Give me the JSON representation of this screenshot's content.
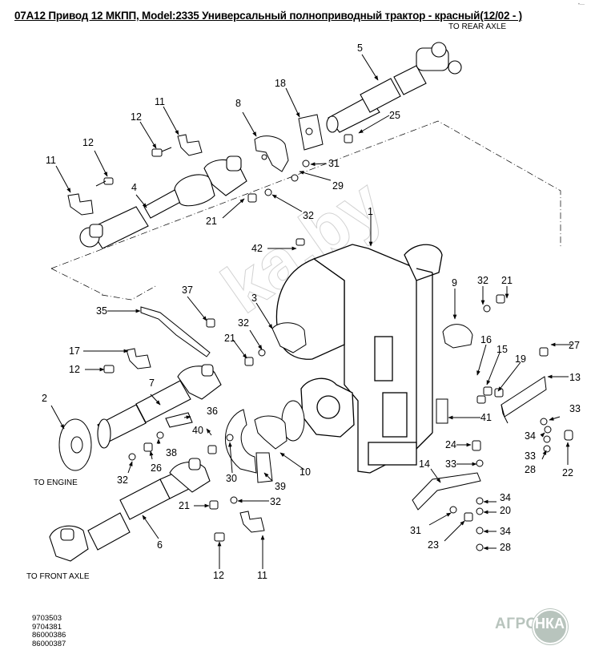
{
  "header": {
    "title": "07A12 Привод 12 МКПП, Model:2335 Универсальный полноприводный трактор - красный(12/02 - )"
  },
  "notes": {
    "to_rear_axle": "TO REAR AXLE",
    "to_engine": "TO ENGINE",
    "to_front_axle": "TO FRONT AXLE"
  },
  "reference_numbers": [
    "9703503",
    "9704381",
    "86000386",
    "86000387"
  ],
  "watermark": "ka.by",
  "logo": {
    "left": "АГРО",
    "right": "НКА",
    "color": "#b8c4bd"
  },
  "callouts": [
    {
      "id": "c5",
      "label": "5"
    },
    {
      "id": "c18",
      "label": "18"
    },
    {
      "id": "c25",
      "label": "25"
    },
    {
      "id": "c11a",
      "label": "11"
    },
    {
      "id": "c8",
      "label": "8"
    },
    {
      "id": "c12a",
      "label": "12"
    },
    {
      "id": "c12b",
      "label": "12"
    },
    {
      "id": "c11b",
      "label": "11"
    },
    {
      "id": "c31a",
      "label": "31"
    },
    {
      "id": "c29",
      "label": "29"
    },
    {
      "id": "c4",
      "label": "4"
    },
    {
      "id": "c21a",
      "label": "21"
    },
    {
      "id": "c32a",
      "label": "32"
    },
    {
      "id": "c1",
      "label": "1"
    },
    {
      "id": "c42",
      "label": "42"
    },
    {
      "id": "c9",
      "label": "9"
    },
    {
      "id": "c32b",
      "label": "32"
    },
    {
      "id": "c21b",
      "label": "21"
    },
    {
      "id": "c37",
      "label": "37"
    },
    {
      "id": "c35",
      "label": "35"
    },
    {
      "id": "c3",
      "label": "3"
    },
    {
      "id": "c21c",
      "label": "21"
    },
    {
      "id": "c32c",
      "label": "32"
    },
    {
      "id": "c16",
      "label": "16"
    },
    {
      "id": "c15",
      "label": "15"
    },
    {
      "id": "c19",
      "label": "19"
    },
    {
      "id": "c27",
      "label": "27"
    },
    {
      "id": "c17",
      "label": "17"
    },
    {
      "id": "c12c",
      "label": "12"
    },
    {
      "id": "c13",
      "label": "13"
    },
    {
      "id": "c7",
      "label": "7"
    },
    {
      "id": "c2",
      "label": "2"
    },
    {
      "id": "c36",
      "label": "36"
    },
    {
      "id": "c41",
      "label": "41"
    },
    {
      "id": "c33a",
      "label": "33"
    },
    {
      "id": "c40",
      "label": "40"
    },
    {
      "id": "c38",
      "label": "38"
    },
    {
      "id": "c34a",
      "label": "34"
    },
    {
      "id": "c24",
      "label": "24"
    },
    {
      "id": "c33b",
      "label": "33"
    },
    {
      "id": "c26",
      "label": "26"
    },
    {
      "id": "c33c",
      "label": "33"
    },
    {
      "id": "c32d",
      "label": "32"
    },
    {
      "id": "c10",
      "label": "10"
    },
    {
      "id": "c28a",
      "label": "28"
    },
    {
      "id": "c22",
      "label": "22"
    },
    {
      "id": "c30",
      "label": "30"
    },
    {
      "id": "c14",
      "label": "14"
    },
    {
      "id": "c39",
      "label": "39"
    },
    {
      "id": "c21d",
      "label": "21"
    },
    {
      "id": "c32e",
      "label": "32"
    },
    {
      "id": "c34b",
      "label": "34"
    },
    {
      "id": "c20",
      "label": "20"
    },
    {
      "id": "c31b",
      "label": "31"
    },
    {
      "id": "c34c",
      "label": "34"
    },
    {
      "id": "c6",
      "label": "6"
    },
    {
      "id": "c23",
      "label": "23"
    },
    {
      "id": "c28b",
      "label": "28"
    },
    {
      "id": "c12d",
      "label": "12"
    },
    {
      "id": "c11c",
      "label": "11"
    }
  ]
}
